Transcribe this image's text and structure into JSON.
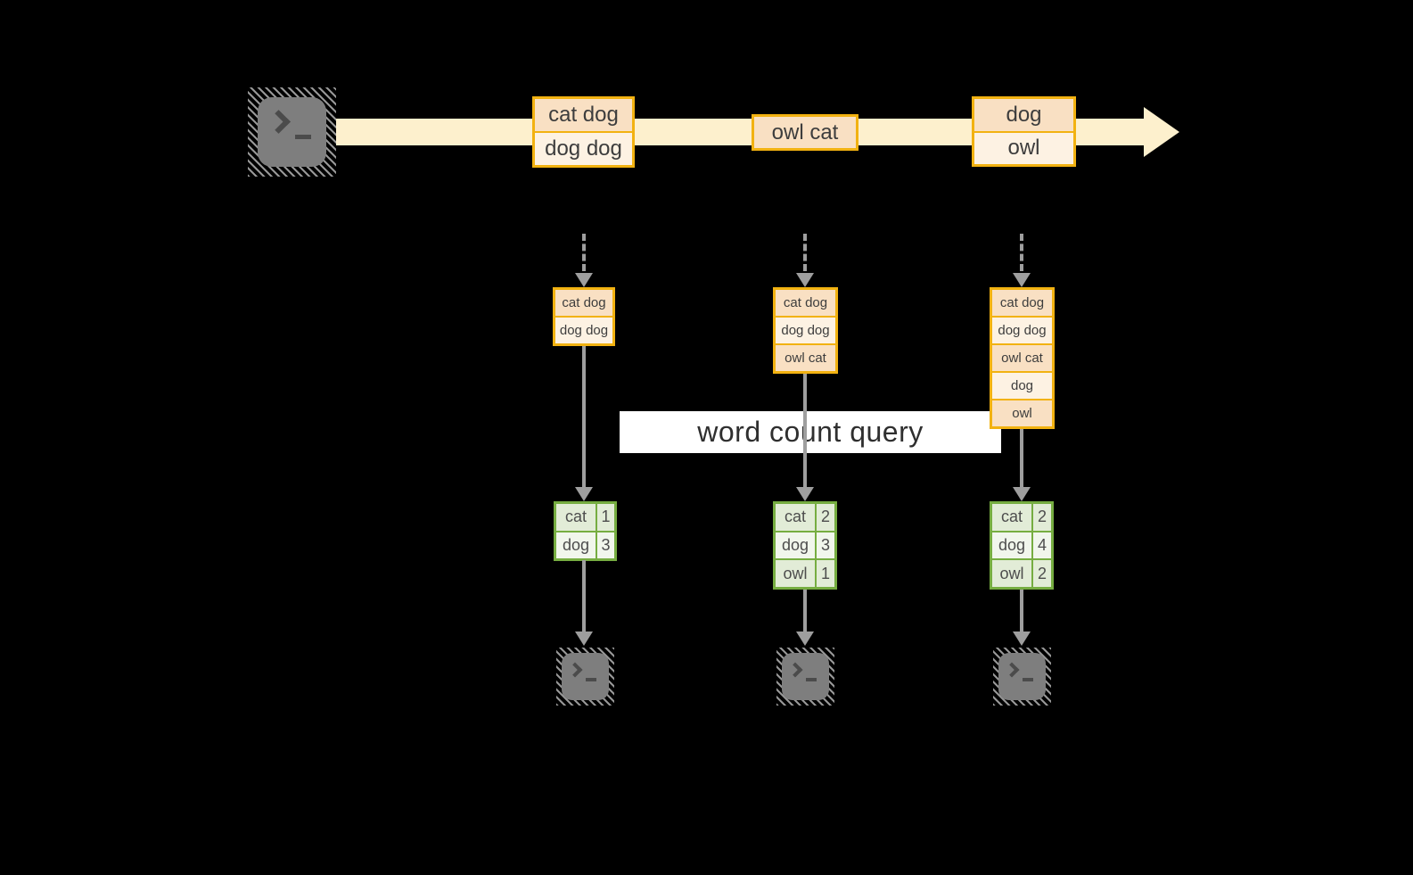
{
  "diagram": {
    "query_label": "word count query",
    "stream_events": [
      {
        "rows": [
          "cat dog",
          "dog dog"
        ]
      },
      {
        "rows": [
          "owl cat"
        ]
      },
      {
        "rows": [
          "dog",
          "owl"
        ]
      }
    ],
    "state_buffers": [
      {
        "rows": [
          "cat dog",
          "dog dog"
        ]
      },
      {
        "rows": [
          "cat dog",
          "dog dog",
          "owl cat"
        ]
      },
      {
        "rows": [
          "cat dog",
          "dog dog",
          "owl cat",
          "dog",
          "owl"
        ]
      }
    ],
    "count_tables": [
      {
        "rows": [
          {
            "word": "cat",
            "count": "1"
          },
          {
            "word": "dog",
            "count": "3"
          }
        ]
      },
      {
        "rows": [
          {
            "word": "cat",
            "count": "2"
          },
          {
            "word": "dog",
            "count": "3"
          },
          {
            "word": "owl",
            "count": "1"
          }
        ]
      },
      {
        "rows": [
          {
            "word": "cat",
            "count": "2"
          },
          {
            "word": "dog",
            "count": "4"
          },
          {
            "word": "owl",
            "count": "2"
          }
        ]
      }
    ],
    "icons": {
      "producer": "terminal-icon",
      "consumers": "terminal-icon",
      "terminal_glyph": ">_"
    },
    "colors": {
      "background": "#000000",
      "stream_band": "#fdf0cd",
      "event_border": "#f2b211",
      "event_fill_dark": "#f9e0c3",
      "event_fill_light": "#fdf2e3",
      "table_border": "#76ad41",
      "table_fill_dark": "#e2ecd7",
      "table_fill_light": "#f1f6ec",
      "arrow_gray": "#9e9e9e"
    }
  }
}
